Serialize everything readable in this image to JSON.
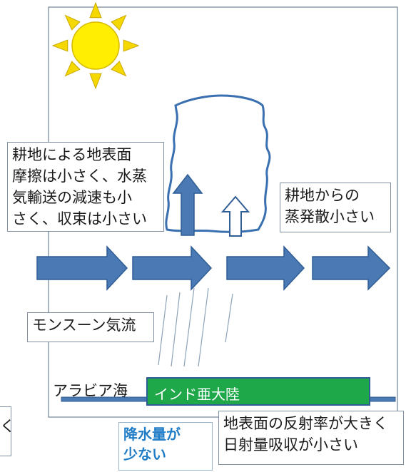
{
  "colors": {
    "sun_fill": "#ffee00",
    "sun_ray": "#f5d800",
    "arrow_blue": "#4a79b4",
    "arrow_outline": "#2f5d96",
    "cloud_outline": "#3a6fb0",
    "land_green": "#1fa84a",
    "sea_line": "#4a79b4",
    "precip_text": "#1f7dc7"
  },
  "icons": {
    "sun": "sun-icon",
    "cloud": "cloud-icon",
    "rain": "rain-lines-icon"
  },
  "labels": {
    "friction": [
      "耕地による地表面",
      "摩擦は小さく、水蒸",
      "気輸送の減速も小",
      "さく、収束は小さい"
    ],
    "evaporation": [
      "耕地からの",
      "蒸発散小さい"
    ],
    "monsoon": "モンスーン気流",
    "arabian_sea": "アラビア海",
    "india": "インド亜大陸",
    "precipitation": [
      "降水量が",
      "少ない"
    ],
    "albedo": [
      "地表面の反射率が大きく",
      "日射量吸収が小さい"
    ],
    "left_partial": "く"
  }
}
